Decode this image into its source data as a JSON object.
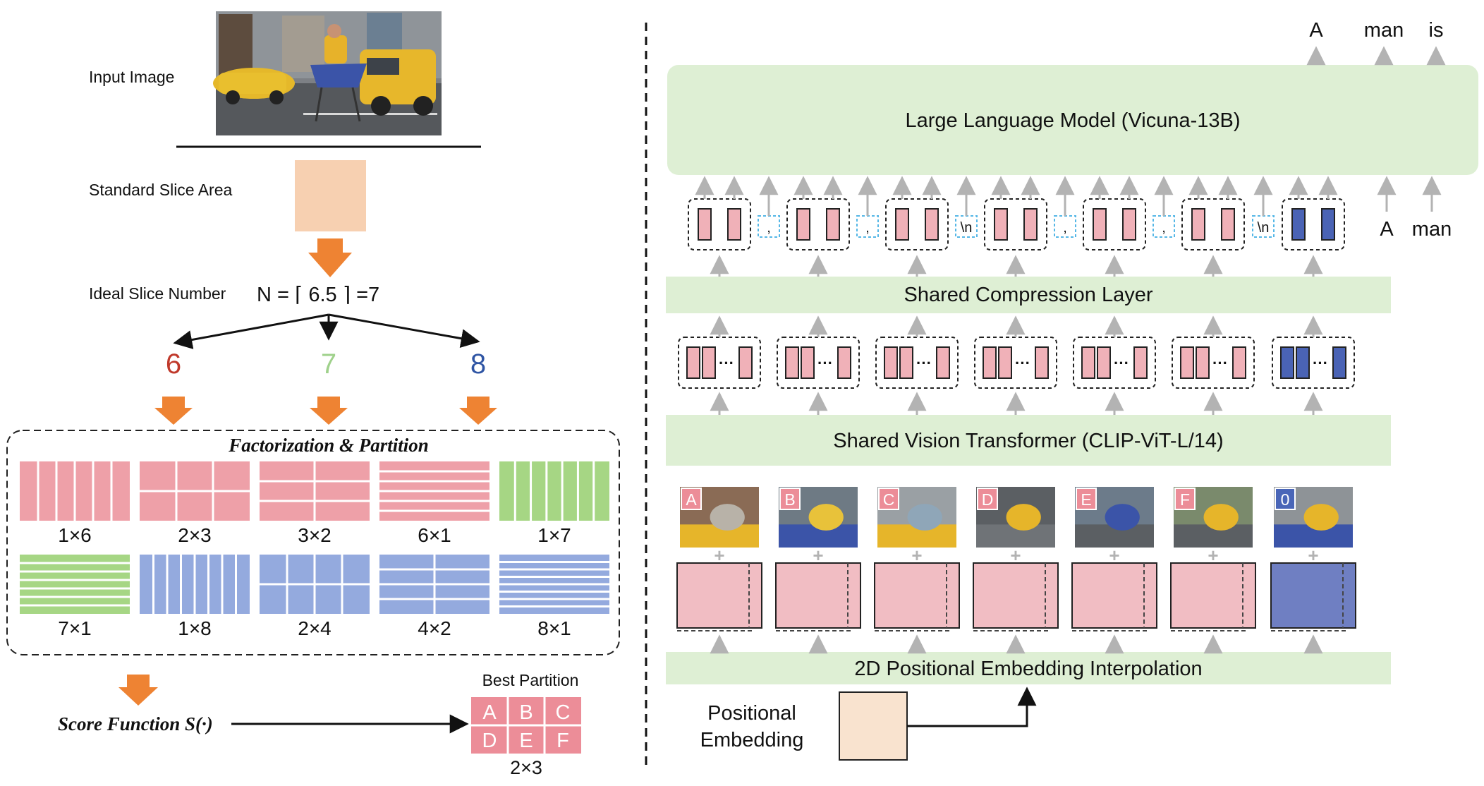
{
  "left": {
    "input_label": "Input Image",
    "standard_slice_label": "Standard Slice Area",
    "ideal_slice_label": "Ideal Slice Number",
    "ideal_formula": "N = ⌈ 6.5 ⌉ =7",
    "candidates": [
      {
        "value": "6",
        "color": "#c0392b"
      },
      {
        "value": "7",
        "color": "#9fd18b"
      },
      {
        "value": "8",
        "color": "#2f55a4"
      }
    ],
    "factorization_title": "Factorization & Partition",
    "partitions": [
      {
        "label": "1×6",
        "rows": 1,
        "cols": 6,
        "group": "pink"
      },
      {
        "label": "2×3",
        "rows": 2,
        "cols": 3,
        "group": "pink"
      },
      {
        "label": "3×2",
        "rows": 3,
        "cols": 2,
        "group": "pink"
      },
      {
        "label": "6×1",
        "rows": 6,
        "cols": 1,
        "group": "pink"
      },
      {
        "label": "1×7",
        "rows": 1,
        "cols": 7,
        "group": "green"
      },
      {
        "label": "7×1",
        "rows": 7,
        "cols": 1,
        "group": "green"
      },
      {
        "label": "1×8",
        "rows": 1,
        "cols": 8,
        "group": "blue"
      },
      {
        "label": "2×4",
        "rows": 2,
        "cols": 4,
        "group": "blue"
      },
      {
        "label": "4×2",
        "rows": 4,
        "cols": 2,
        "group": "blue"
      },
      {
        "label": "8×1",
        "rows": 8,
        "cols": 1,
        "group": "blue"
      }
    ],
    "score_function": "Score Function S(·)",
    "best_partition_label": "Best Partition",
    "best_letters": [
      "A",
      "B",
      "C",
      "D",
      "E",
      "F"
    ],
    "best_dims": "2×3"
  },
  "right": {
    "output_tokens": [
      "A",
      "man",
      "is"
    ],
    "llm_label": "Large Language Model (Vicuna-13B)",
    "input_tokens": [
      "A",
      "man"
    ],
    "separators": [
      ",",
      ",",
      "\\n",
      ",",
      ",",
      "\\n"
    ],
    "compression_label": "Shared Compression Layer",
    "vit_label": "Shared Vision Transformer (CLIP-ViT-L/14)",
    "slice_tags": [
      "A",
      "B",
      "C",
      "D",
      "E",
      "F",
      "0"
    ],
    "pos_interp_label": "2D Positional Embedding Interpolation",
    "pos_embed_label": [
      "Positional",
      "Embedding"
    ]
  },
  "colors": {
    "pink": "#eea0a8",
    "green": "#a6d684",
    "blue": "#94aade",
    "orange": "#ee8333",
    "peach": "#f7d0b1",
    "light_green": "#deefd4",
    "token_pink": "#f0b1b8",
    "token_blue": "#4a63b5",
    "pe_blue": "#6f7fc2",
    "pe_pink": "#f1bdc3",
    "tag_pink": "#ec8d98",
    "tag_blue": "#4a66b8"
  }
}
